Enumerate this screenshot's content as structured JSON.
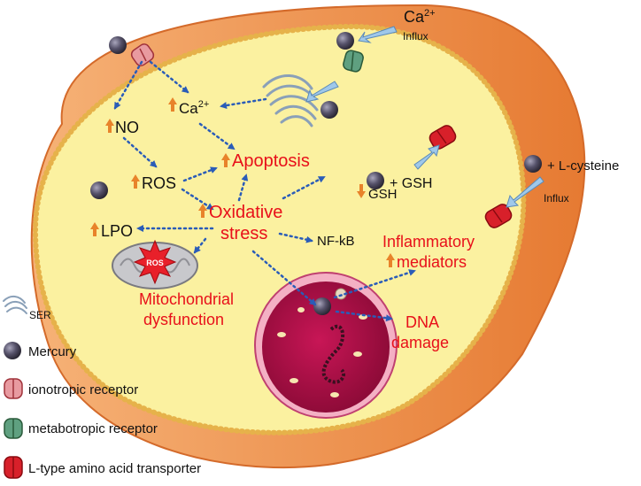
{
  "labels": {
    "ca_outside": "Ca",
    "ca_outside_sup": "2+",
    "influx_top": "Influx",
    "ca_inside": "Ca",
    "ca_inside_sup": "2+",
    "no": "NO",
    "ros": "ROS",
    "apoptosis": "Apoptosis",
    "gsh_down": "GSH",
    "plus_gsh": "+ GSH",
    "plus_cysteine": "+ L-cysteine",
    "influx_right": "Influx",
    "oxidative_line1": "Oxidative",
    "oxidative_line2": "stress",
    "lpo": "LPO",
    "nfkb": "NF-kB",
    "inflammatory_line1": "Inflammatory",
    "inflammatory_line2": "mediators",
    "mito_badge": "ROS",
    "mito_line1": "Mitochondrial",
    "mito_line2": "dysfunction",
    "dna_line1": "DNA",
    "dna_line2": "damage"
  },
  "legend": {
    "ser": "SER",
    "mercury": "Mercury",
    "ionotropic": "ionotropic receptor",
    "metabotropic": "metabotropic receptor",
    "lat": "L-type amino acid transporter"
  },
  "colors": {
    "red_text": "#e8101a",
    "arrow_orange": "#e8832a",
    "dotted_blue": "#2a5cb8",
    "cytoplasm": "#fbf1a0",
    "membrane_orange": "#f0934a",
    "nucleus": "#b8104a",
    "mercury": "#56526a"
  }
}
